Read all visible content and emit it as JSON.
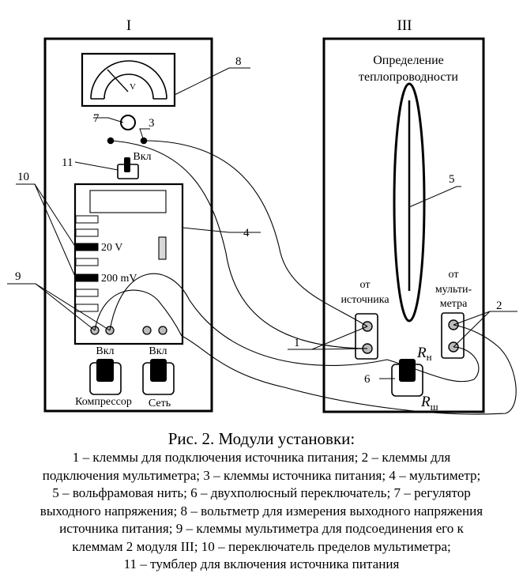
{
  "modules": {
    "left": "I",
    "right": "III"
  },
  "module3_title": [
    "Определение",
    "теплопроводности"
  ],
  "meter": {
    "unit_symbol": "V"
  },
  "multimeter": {
    "range_20v": "20 V",
    "range_200mv": "200 mV"
  },
  "toggle_label": "Вкл",
  "switches": {
    "compressor": {
      "on_label": "Вкл",
      "name": "Компрессор"
    },
    "mains": {
      "on_label": "Вкл",
      "name": "Сеть"
    }
  },
  "terminals": {
    "from_source": [
      "от",
      "источника"
    ],
    "from_multimeter": [
      "от",
      "мульти-",
      "метра"
    ]
  },
  "resistances": {
    "rn_main": "R",
    "rn_sub": "н",
    "rsh_main": "R",
    "rsh_sub": "ш"
  },
  "callouts": [
    "1",
    "2",
    "3",
    "4",
    "5",
    "6",
    "7",
    "8",
    "9",
    "10",
    "11"
  ],
  "caption": {
    "title": "Рис. 2. Модули установки:",
    "lines": [
      "1 – клеммы для подключения источника питания; 2 – клеммы для",
      "подключения мультиметра; 3 – клеммы источника питания; 4 – мультиметр;",
      "5 – вольфрамовая нить; 6 – двухполюсный переключатель; 7 – регулятор",
      "выходного напряжения; 8 – вольтметр для измерения выходного напряжения",
      "источника питания; 9 – клеммы мультиметра для подсоединения его к",
      "клеммам 2 модуля III; 10 – переключатель пределов мультиметра;",
      "11 – тумблер для включения источника питания"
    ]
  }
}
